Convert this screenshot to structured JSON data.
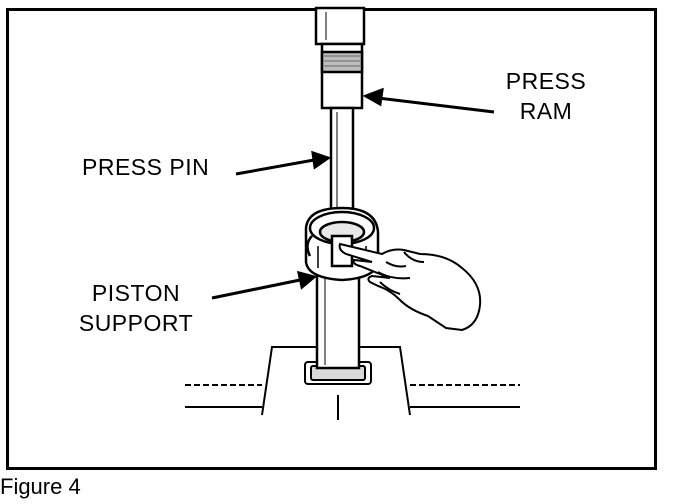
{
  "figure": {
    "caption": "Figure 4"
  },
  "labels": {
    "press_ram": [
      "PRESS",
      "RAM"
    ],
    "press_pin": "PRESS PIN",
    "piston_support": [
      "PISTON",
      "SUPPORT"
    ]
  }
}
